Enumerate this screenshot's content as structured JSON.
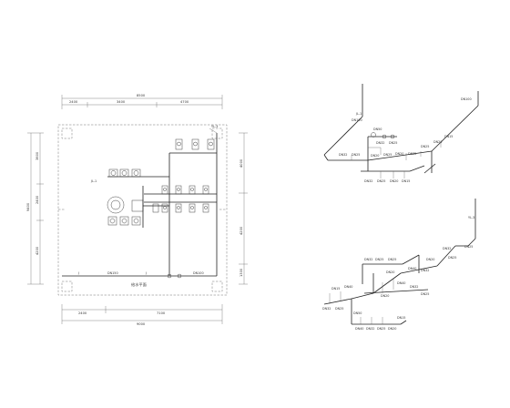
{
  "plan": {
    "top_dims": {
      "total": "8500",
      "segments": [
        "2400",
        "3400",
        "4700"
      ]
    },
    "bottom_dims": {
      "total": "9000",
      "segments": [
        "2400",
        "7100"
      ]
    },
    "left_dims": {
      "total": "9400",
      "segments": [
        "3600",
        "2400",
        "4200"
      ]
    },
    "right_dims": {
      "segments": [
        "4000",
        "4200",
        "1300"
      ]
    },
    "labels": {
      "riser_tl": "JL-1",
      "riser_top": "YL-3",
      "pipe_main_1": "DN150",
      "pipe_main_2": "DN100",
      "title": "给水平面"
    }
  },
  "iso_upper": {
    "labels": [
      "JL-1",
      "DN100",
      "DN50",
      "DN32",
      "DN25",
      "DN32",
      "DN25",
      "DN20",
      "DN25",
      "DN20",
      "DN32",
      "DN25",
      "DN20",
      "DN15",
      "DN100",
      "DN32",
      "DN25",
      "DN20",
      "DN15"
    ]
  },
  "iso_lower": {
    "labels": [
      "DN25",
      "YL-3",
      "DN32",
      "DN25",
      "DN20",
      "DN40",
      "DN32",
      "DN25",
      "DN32",
      "DN25",
      "DN20",
      "DN40",
      "DN32",
      "DN25",
      "DN20",
      "DN15",
      "DN40",
      "DN32",
      "DN25",
      "DN50",
      "DN40",
      "DN32",
      "DN25",
      "DN20",
      "DN15"
    ]
  }
}
